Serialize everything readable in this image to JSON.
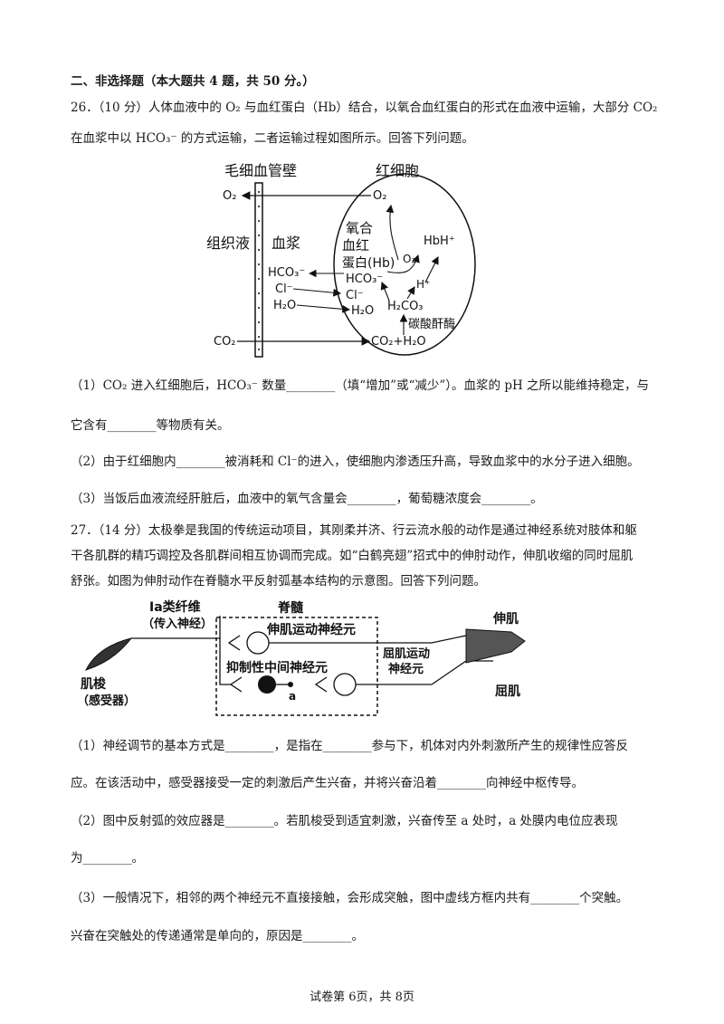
{
  "section_heading": "二、非选择题（本大题共 4 题，共 50 分。）",
  "q26": {
    "intro1": "26．（10 分）人体血液中的 O₂ 与血红蛋白（Hb）结合，以氧合血红蛋白的形式在血液中运输，大部分 CO₂",
    "intro2": "在血浆中以 HCO₃⁻ 的方式运输，二者运输过程如图所示。回答下列问题。",
    "figure": {
      "capillary_wall": "毛细血管壁",
      "red_cell": "红细胞",
      "tissue_fluid": "组织液",
      "plasma": "血浆",
      "o2_left": "O₂",
      "co2_left": "CO₂",
      "hco3_plasma": "HCO₃⁻",
      "cl_plasma": "Cl⁻",
      "h2o_plasma": "H₂O",
      "o2_cell": "O₂",
      "oxy_hb_1": "氧合",
      "oxy_hb_2": "血红",
      "oxy_hb_3": "蛋白(Hb)",
      "o2_mid": "O₂",
      "hbh": "HbH⁺",
      "hco3_cell": "HCO₃⁻",
      "h_plus": "H⁺",
      "cl_cell": "Cl⁻",
      "h2co3": "H₂CO₃",
      "h2o_cell": "H₂O",
      "enzyme": "碳酸酐酶",
      "co2_h2o": "CO₂+H₂O"
    },
    "sub1_a": "（1）CO₂ 进入红细胞后，HCO₃⁻ 数量________（填“增加”或“减少”）。血浆的 pH 之所以能维持稳定，与",
    "sub1_b": "它含有________等物质有关。",
    "sub2": "（2）由于红细胞内________被消耗和 Cl⁻的进入，使细胞内渗透压升高，导致血浆中的水分子进入细胞。",
    "sub3": "（3）当饭后血液流经肝脏后，血液中的氧气含量会________，葡萄糖浓度会________。"
  },
  "q27": {
    "intro1": "27．（14 分）太极拳是我国的传统运动项目，其刚柔并济、行云流水般的动作是通过神经系统对肢体和躯",
    "intro2": "干各肌群的精巧调控及各肌群间相互协调而完成。如“白鹤亮翅”招式中的伸肘动作，伸肌收缩的同时屈肌",
    "intro3": "舒张。如图为伸肘动作在脊髓水平反射弧基本结构的示意图。回答下列问题。",
    "figure": {
      "fiber_1": "Ⅰa类纤维",
      "fiber_2": "（传入神经）",
      "spinal_cord": "脊髓",
      "extensor_motor": "伸肌运动神经元",
      "inhibitory": "抑制性中间神经元",
      "flexor_motor_1": "屈肌运动",
      "flexor_motor_2": "神经元",
      "extensor": "伸肌",
      "flexor": "屈肌",
      "spindle_1": "肌梭",
      "spindle_2": "（感受器）",
      "point_a": "a"
    },
    "sub1_a": "（1）神经调节的基本方式是________，是指在________参与下，机体对内外刺激所产生的规律性应答反",
    "sub1_b": "应。在该活动中，感受器接受一定的刺激后产生兴奋，并将兴奋沿着________向神经中枢传导。",
    "sub2_a": "（2）图中反射弧的效应器是________。若肌梭受到适宜刺激，兴奋传至 a 处时，a 处膜内电位应表现",
    "sub2_b": "为________。",
    "sub3_a": "（3）一般情况下，相邻的两个神经元不直接接触，会形成突触，图中虚线方框内共有________个突触。",
    "sub3_b": "兴奋在突触处的传递通常是单向的，原因是________。"
  },
  "footer": "试卷第 6页，共 8页"
}
